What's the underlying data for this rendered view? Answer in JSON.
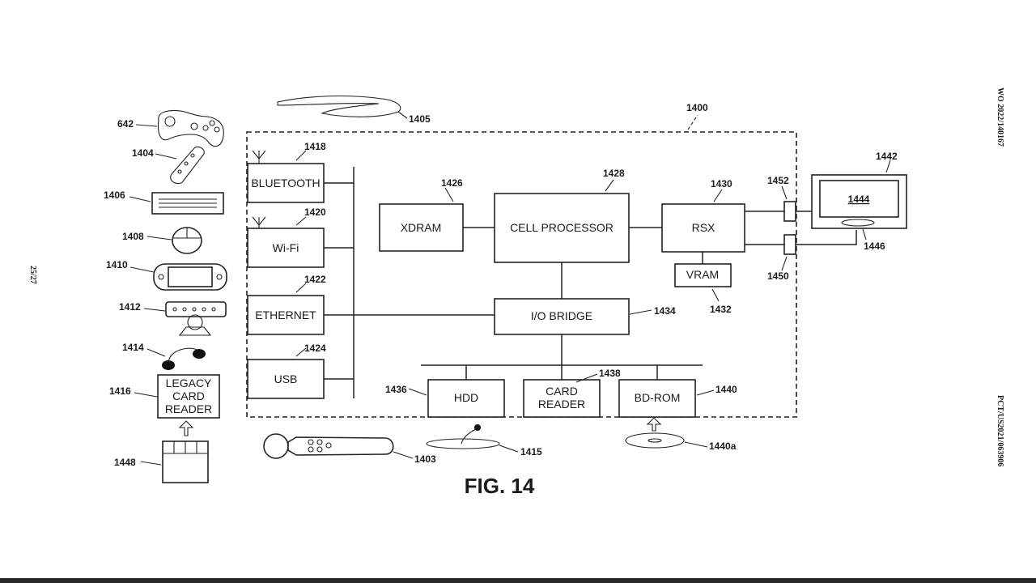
{
  "header": {
    "pub_number": "WO 2022/140167",
    "sheet": "25/27",
    "app_number": "PCT/US2021/063906"
  },
  "figure": {
    "caption": "FIG. 14",
    "system_ref": "1400"
  },
  "blocks": {
    "bluetooth": {
      "label": "BLUETOOTH",
      "ref": "1418"
    },
    "wifi": {
      "label": "Wi-Fi",
      "ref": "1420"
    },
    "ethernet": {
      "label": "ETHERNET",
      "ref": "1422"
    },
    "usb": {
      "label": "USB",
      "ref": "1424"
    },
    "xdram": {
      "label": "XDRAM",
      "ref": "1426"
    },
    "cell": {
      "label": "CELL PROCESSOR",
      "ref": "1428"
    },
    "rsx": {
      "label": "RSX",
      "ref": "1430"
    },
    "vram": {
      "label": "VRAM",
      "ref": "1432"
    },
    "io_bridge": {
      "label": "I/O BRIDGE",
      "ref": "1434"
    },
    "hdd": {
      "label": "HDD",
      "ref": "1436"
    },
    "card_reader": {
      "label_line1": "CARD",
      "label_line2": "READER",
      "ref": "1438"
    },
    "bd_rom": {
      "label": "BD-ROM",
      "ref": "1440"
    },
    "legacy_reader": {
      "label_line1": "LEGACY",
      "label_line2": "CARD",
      "label_line3": "READER",
      "ref": "1416"
    }
  },
  "peripherals": {
    "gamepad": "642",
    "remote": "1404",
    "keyboard": "1406",
    "mouse": "1408",
    "handheld": "1410",
    "camera": "1412",
    "headset": "1414",
    "memory_card": "1448",
    "headband": "1405",
    "motion_controller": "1403",
    "mat": "1415",
    "disc": "1440a",
    "display": "1442",
    "screen": "1444",
    "speaker": "1446",
    "port_a": "1452",
    "port_b": "1450"
  }
}
